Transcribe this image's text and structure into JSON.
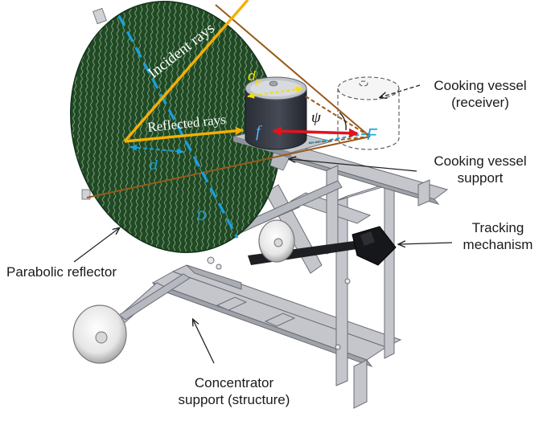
{
  "labels": {
    "incident_rays": "Incident rays",
    "reflected_rays": "Reflected rays",
    "d_p_main": "d",
    "d_p_sub": "p",
    "f_focal": "f",
    "F_focus": "F",
    "psi": "ψ",
    "d_small": "d",
    "D_big": "D",
    "cooking_vessel_line1": "Cooking vessel",
    "cooking_vessel_line2": "(receiver)",
    "vessel_support_line1": "Cooking vessel",
    "vessel_support_line2": "support",
    "tracking_line1": "Tracking",
    "tracking_line2": "mechanism",
    "parabolic_reflector": "Parabolic reflector",
    "concentrator_line1": "Concentrator",
    "concentrator_line2": "support (structure)"
  },
  "colors": {
    "dish": "#1f4a23",
    "dish_texture": "#c9d9c4",
    "incident_ray": "#f5b000",
    "reflected_ray": "#f5b000",
    "dish_edge_line": "#9a5a1a",
    "blue_dashed": "#1aa0e0",
    "yellow_dim": "#f2e000",
    "red_arrow": "#e0141e",
    "frame": "#c4c6cc",
    "frame_edge": "#6a6d74",
    "vessel": "#3a3e47"
  }
}
